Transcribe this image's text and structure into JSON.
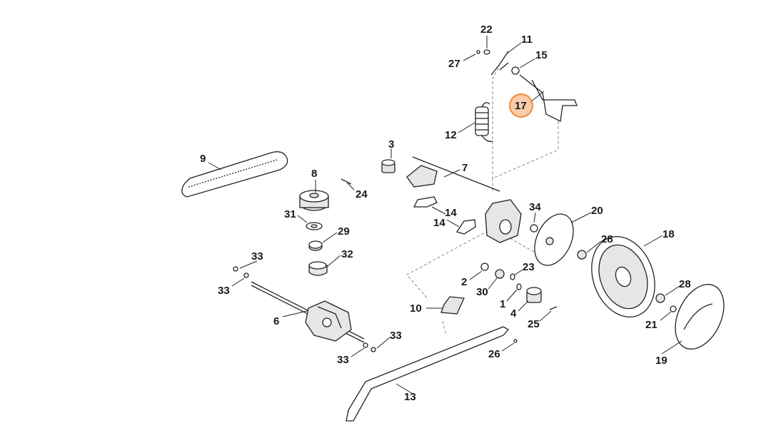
{
  "diagram": {
    "highlight_color": "#f5a262",
    "labels": {
      "p1": "1",
      "p2": "2",
      "p3": "3",
      "p4": "4",
      "p6": "6",
      "p7": "7",
      "p8": "8",
      "p9": "9",
      "p10": "10",
      "p11": "11",
      "p12": "12",
      "p13": "13",
      "p14a": "14",
      "p14b": "14",
      "p15": "15",
      "p17": "17",
      "p18": "18",
      "p19": "19",
      "p20": "20",
      "p21": "21",
      "p22": "22",
      "p23": "23",
      "p24": "24",
      "p25": "25",
      "p26": "26",
      "p27": "27",
      "p28a": "28",
      "p28b": "28",
      "p29": "29",
      "p30": "30",
      "p31": "31",
      "p32": "32",
      "p33a": "33",
      "p33b": "33",
      "p33c": "33",
      "p33d": "33",
      "p34": "34"
    }
  }
}
